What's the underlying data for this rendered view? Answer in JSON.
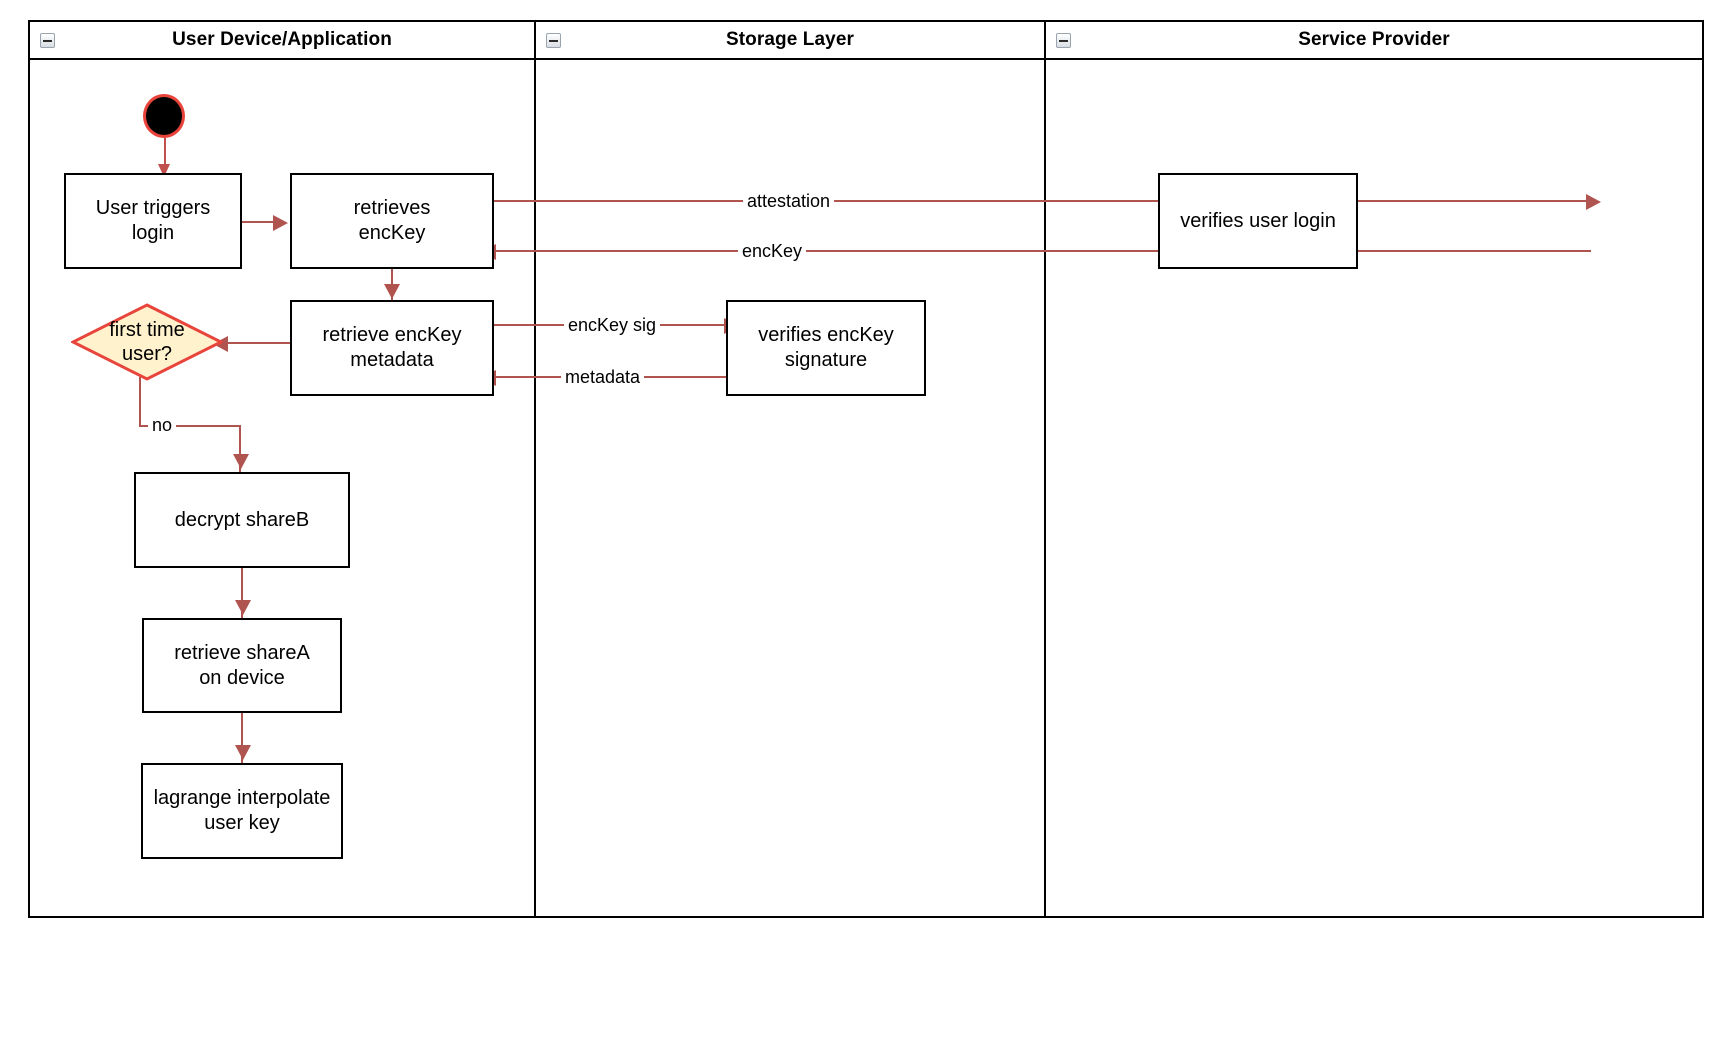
{
  "diagram": {
    "title": "Login flow swimlane activity diagram",
    "colors": {
      "edge": "#b05450",
      "decision_fill": "#fff2cc",
      "decision_stroke": "#e8443c",
      "node_stroke": "#000000",
      "start_fill": "#000000",
      "start_stroke": "#e8443c"
    },
    "lanes": [
      {
        "id": "lane-user-device",
        "label": "User Device/Application",
        "icon": "collapse-minus-icon"
      },
      {
        "id": "lane-storage",
        "label": "Storage Layer",
        "icon": "collapse-minus-icon"
      },
      {
        "id": "lane-service-provider",
        "label": "Service Provider",
        "icon": "collapse-minus-icon"
      }
    ],
    "nodes": [
      {
        "id": "start",
        "type": "start",
        "label": ""
      },
      {
        "id": "user-triggers-login",
        "type": "action",
        "label": "User triggers login",
        "lane": "lane-user-device"
      },
      {
        "id": "retrieves-enckey",
        "type": "action",
        "label": "retrieves\nencKey",
        "line1": "retrieves",
        "line2": "encKey",
        "lane": "lane-user-device"
      },
      {
        "id": "retrieve-enckey-metadata",
        "type": "action",
        "label": "retrieve encKey\nmetadata",
        "line1": "retrieve encKey",
        "line2": "metadata",
        "lane": "lane-user-device"
      },
      {
        "id": "first-time-user",
        "type": "decision",
        "label": "first time\nuser?",
        "line1": "first time",
        "line2": "user?",
        "lane": "lane-user-device"
      },
      {
        "id": "decrypt-shareb",
        "type": "action",
        "label": "decrypt shareB",
        "lane": "lane-user-device"
      },
      {
        "id": "retrieve-sharea-on-device",
        "type": "action",
        "label": "retrieve shareA\non device",
        "line1": "retrieve shareA",
        "line2": "on device",
        "lane": "lane-user-device"
      },
      {
        "id": "lagrange-interpolate-user-key",
        "type": "action",
        "label": "lagrange interpolate\nuser key",
        "line1": "lagrange interpolate",
        "line2": "user key",
        "lane": "lane-user-device"
      },
      {
        "id": "verifies-enckey-signature",
        "type": "action",
        "label": "verifies encKey\nsignature",
        "line1": "verifies encKey",
        "line2": "signature",
        "lane": "lane-storage"
      },
      {
        "id": "verifies-user-login",
        "type": "action",
        "label": "verifies user login",
        "lane": "lane-service-provider"
      }
    ],
    "edges": [
      {
        "id": "edge-start-to-login",
        "from": "start",
        "to": "user-triggers-login",
        "label": ""
      },
      {
        "id": "edge-login-to-retrieves",
        "from": "user-triggers-login",
        "to": "retrieves-enckey",
        "label": ""
      },
      {
        "id": "edge-attestation",
        "from": "retrieves-enckey",
        "to": "verifies-user-login",
        "label": "attestation"
      },
      {
        "id": "edge-enckey",
        "from": "verifies-user-login",
        "to": "retrieves-enckey",
        "label": "encKey"
      },
      {
        "id": "edge-retrieves-to-metadata",
        "from": "retrieves-enckey",
        "to": "retrieve-enckey-metadata",
        "label": ""
      },
      {
        "id": "edge-enckey-sig",
        "from": "retrieve-enckey-metadata",
        "to": "verifies-enckey-signature",
        "label": "encKey sig"
      },
      {
        "id": "edge-metadata",
        "from": "verifies-enckey-signature",
        "to": "retrieve-enckey-metadata",
        "label": "metadata"
      },
      {
        "id": "edge-metadata-to-decision",
        "from": "retrieve-enckey-metadata",
        "to": "first-time-user",
        "label": ""
      },
      {
        "id": "edge-decision-no",
        "from": "first-time-user",
        "to": "decrypt-shareb",
        "label": "no"
      },
      {
        "id": "edge-shareb-to-sharea",
        "from": "decrypt-shareb",
        "to": "retrieve-sharea-on-device",
        "label": ""
      },
      {
        "id": "edge-sharea-to-lagrange",
        "from": "retrieve-sharea-on-device",
        "to": "lagrange-interpolate-user-key",
        "label": ""
      }
    ]
  }
}
